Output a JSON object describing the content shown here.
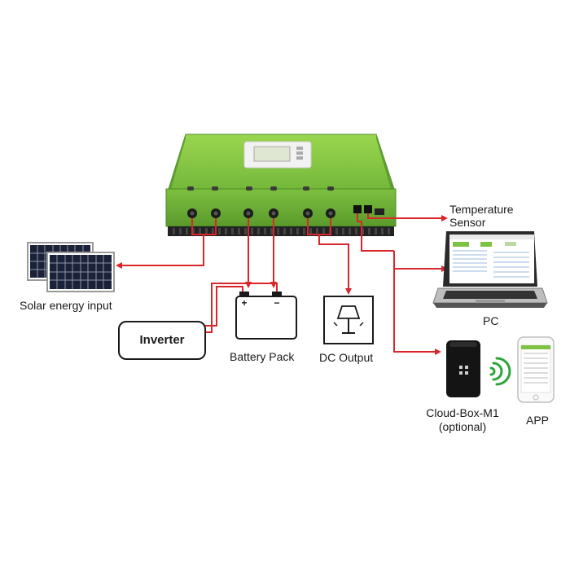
{
  "labels": {
    "solar": "Solar energy input",
    "battery": "Battery Pack",
    "dc_output": "DC Output",
    "inverter": "Inverter",
    "temp_line1": "Temperature",
    "temp_line2": "Sensor",
    "pc": "PC",
    "cloud_line1": "Cloud-Box-M1",
    "cloud_line2": "(optional)",
    "app": "APP"
  },
  "battery_terminals": {
    "positive": "+",
    "negative": "−"
  },
  "colors": {
    "controller_green": "#7dc242",
    "wire_red": "#d9262b",
    "outline": "#1a1a1a"
  },
  "icons": [
    "solar-panel-icon",
    "battery-icon",
    "lamp-icon",
    "laptop-icon",
    "cloud-box-icon",
    "wifi-icon",
    "smartphone-icon"
  ]
}
